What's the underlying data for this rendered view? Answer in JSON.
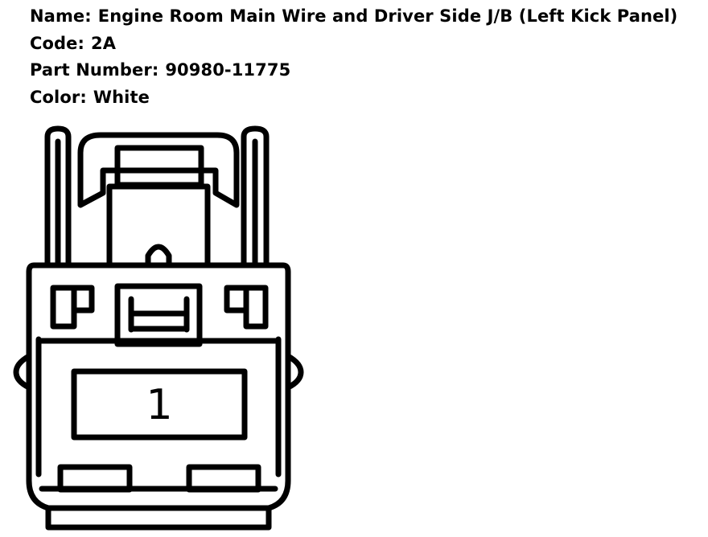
{
  "info": {
    "name_label": "Name:",
    "name_value": "Engine Room Main Wire and Driver Side J/B (Left Kick Panel)",
    "code_label": "Code:",
    "code_value": "2A",
    "part_label": "Part Number:",
    "part_value": "90980-11775",
    "color_label": "Color:",
    "color_value": "White"
  },
  "connector": {
    "pins": [
      {
        "label": "1"
      }
    ]
  }
}
